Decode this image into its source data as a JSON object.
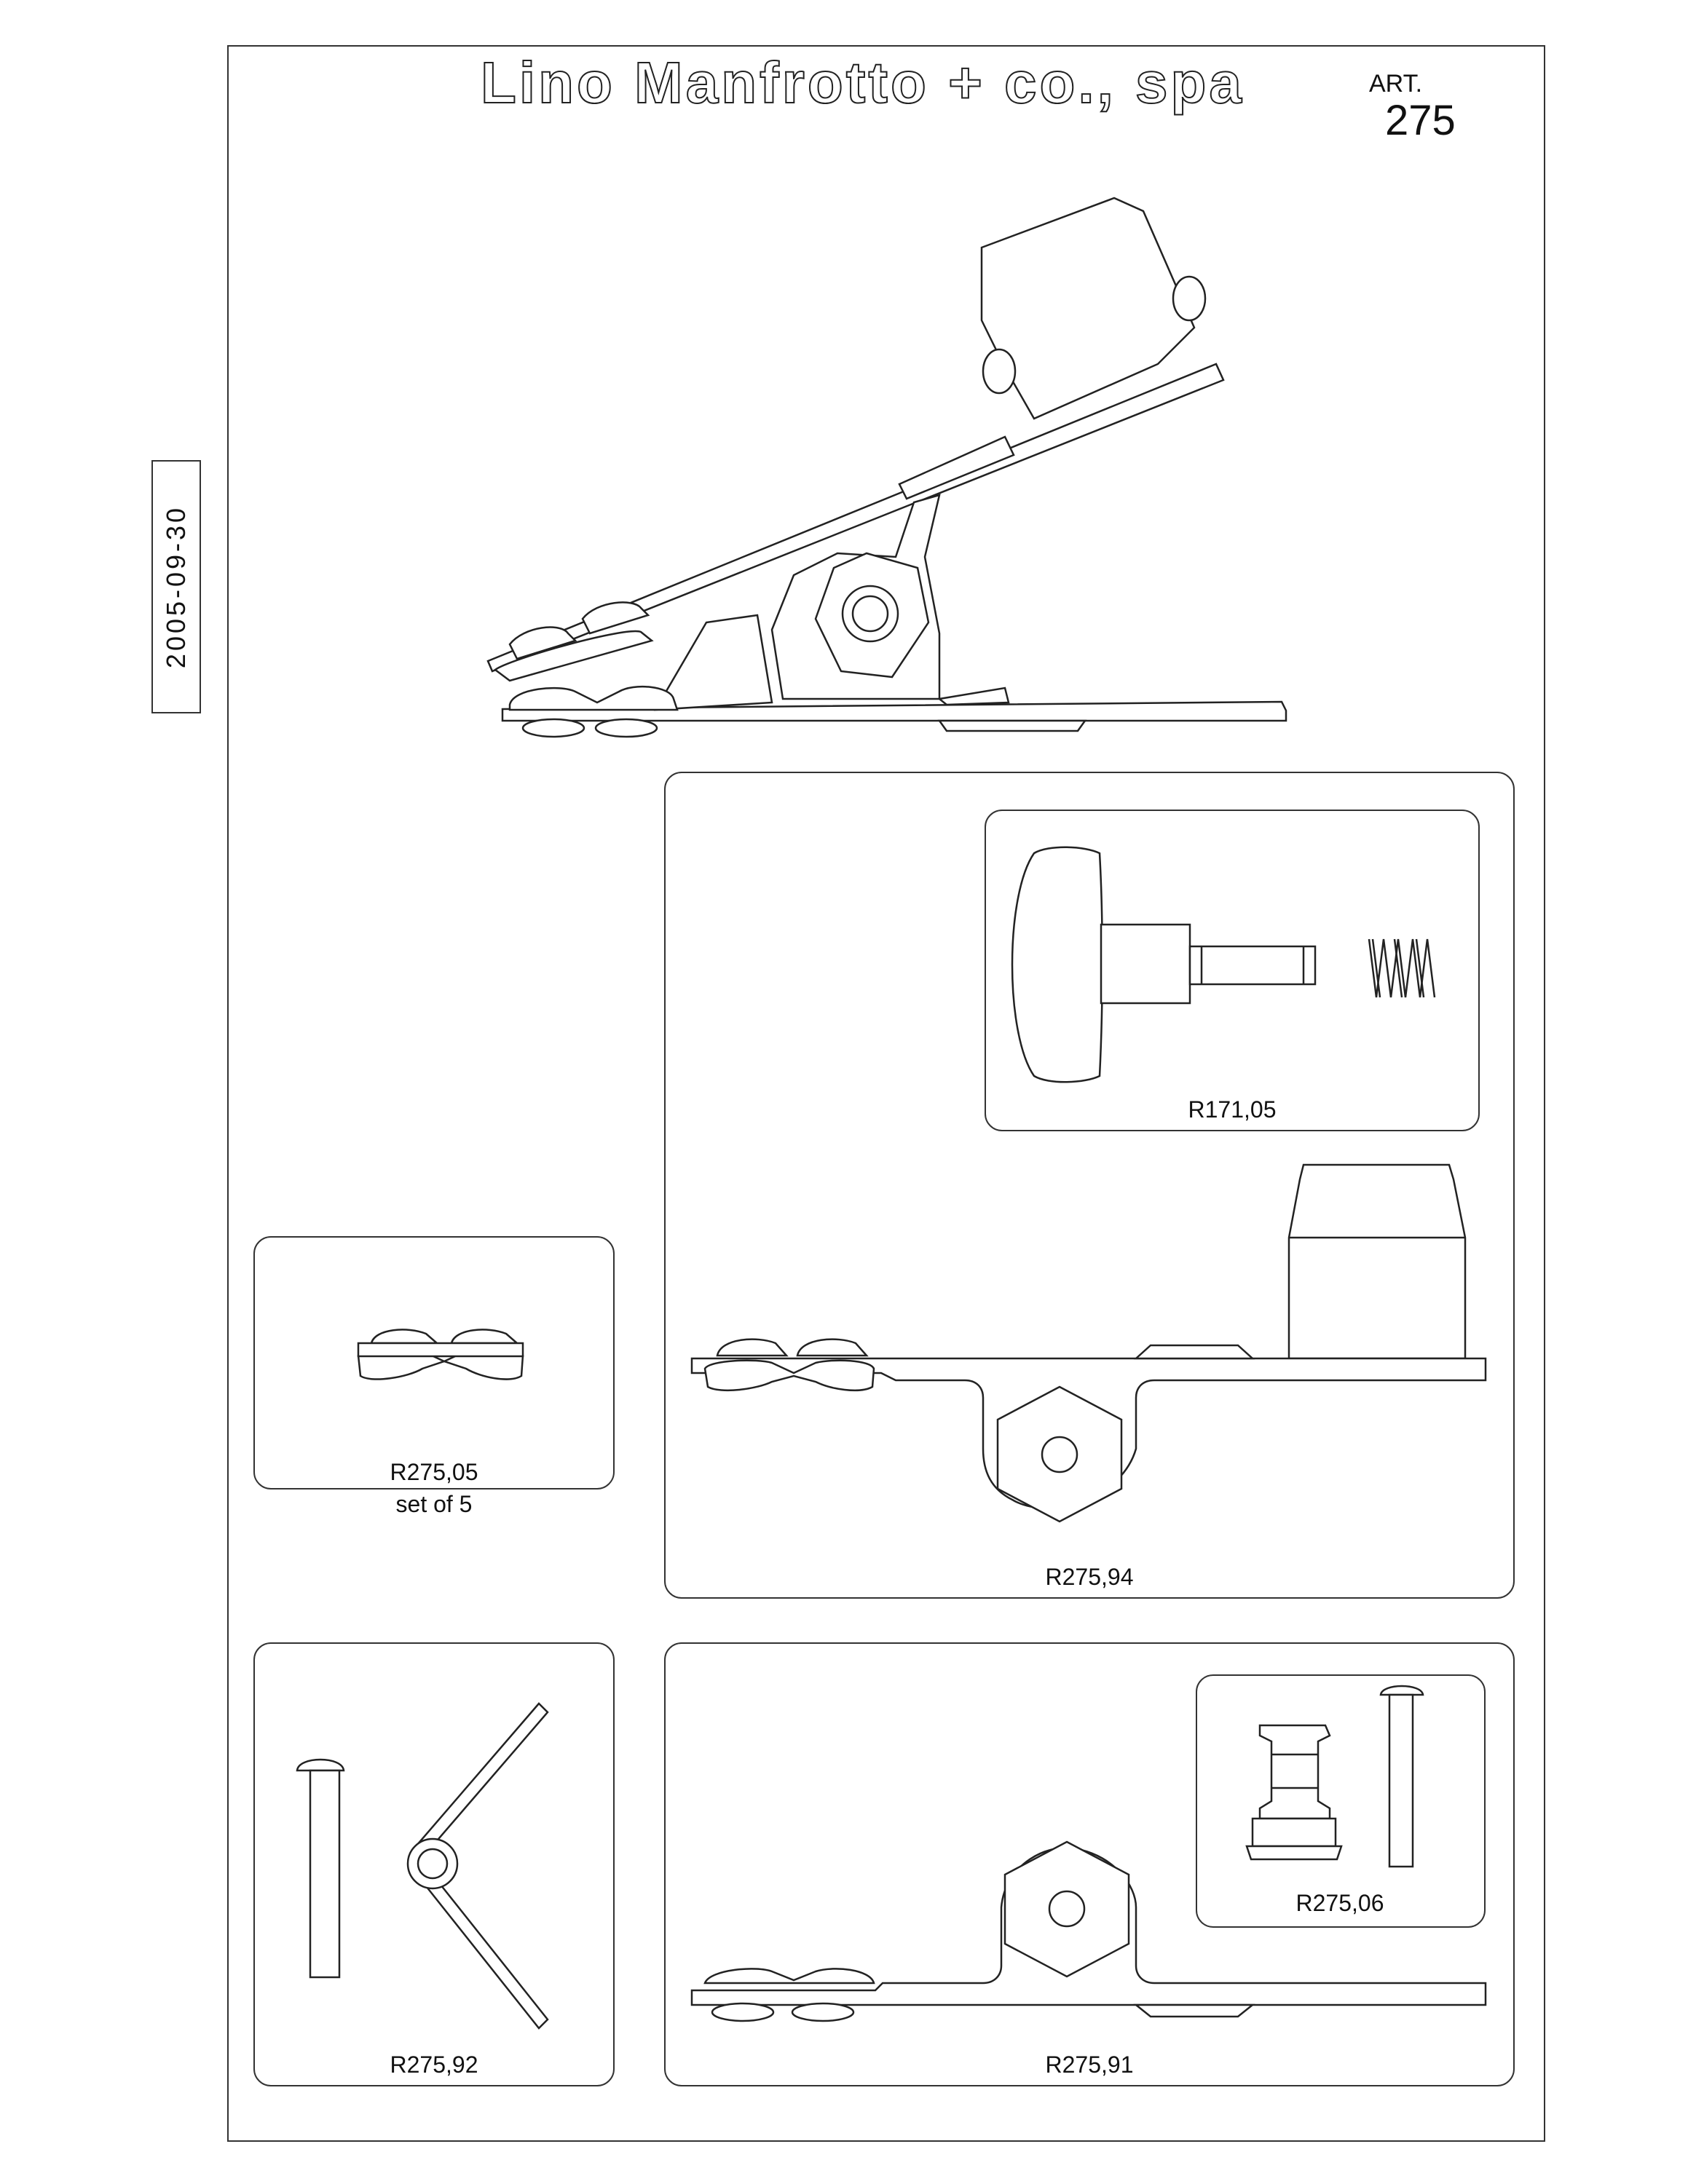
{
  "header": {
    "brand": "Lino Manfrotto + co., spa",
    "art_label": "ART.",
    "art_number": "275"
  },
  "date": "2005-09-30",
  "parts": {
    "knob_spring": {
      "code": "R171,05"
    },
    "clamp_pad": {
      "code": "R275,05",
      "note": "set of 5"
    },
    "upper_jaw": {
      "code": "R275,94"
    },
    "spring_pin": {
      "code": "R275,92"
    },
    "lower_jaw": {
      "code": "R275,91"
    },
    "spigot": {
      "code": "R275,06"
    }
  }
}
